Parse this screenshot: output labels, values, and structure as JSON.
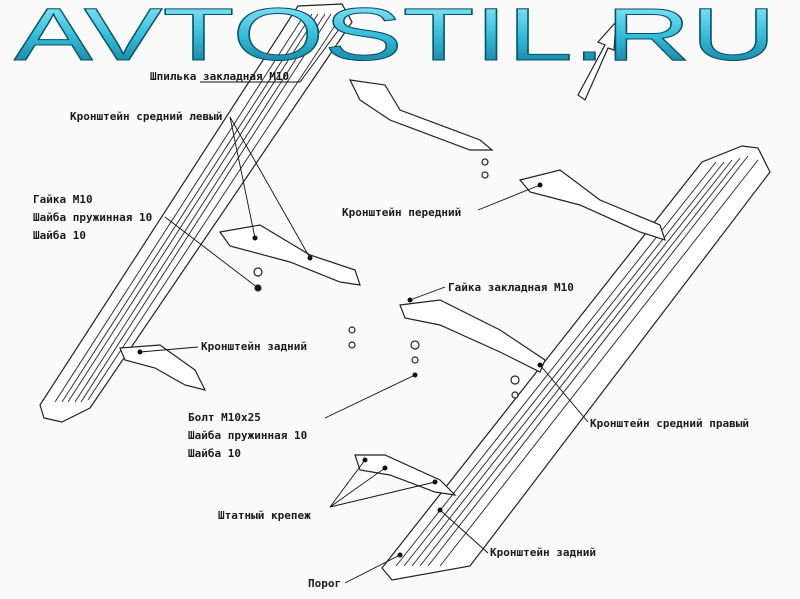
{
  "logo": {
    "text": "AVTOSTIL.RU",
    "color": "#35bfdc"
  },
  "labels": {
    "stud": "Шпилька закладная М10",
    "bracket_mid_left": "Кронштейн средний левый",
    "nut_group": [
      "Гайка М10",
      "Шайба пружинная 10",
      "Шайба 10"
    ],
    "bracket_front": "Кронштейн передний",
    "embedded_nut": "Гайка закладная М10",
    "bracket_rear_left": "Кронштейн задний",
    "bolt_group": [
      "Болт М10х25",
      "Шайба пружинная 10",
      "Шайба 10"
    ],
    "bracket_mid_right": "Кронштейн средний правый",
    "standard_fasteners": "Штатный крепеж",
    "bracket_rear_right": "Кронштейн задний",
    "sill": "Порог"
  }
}
